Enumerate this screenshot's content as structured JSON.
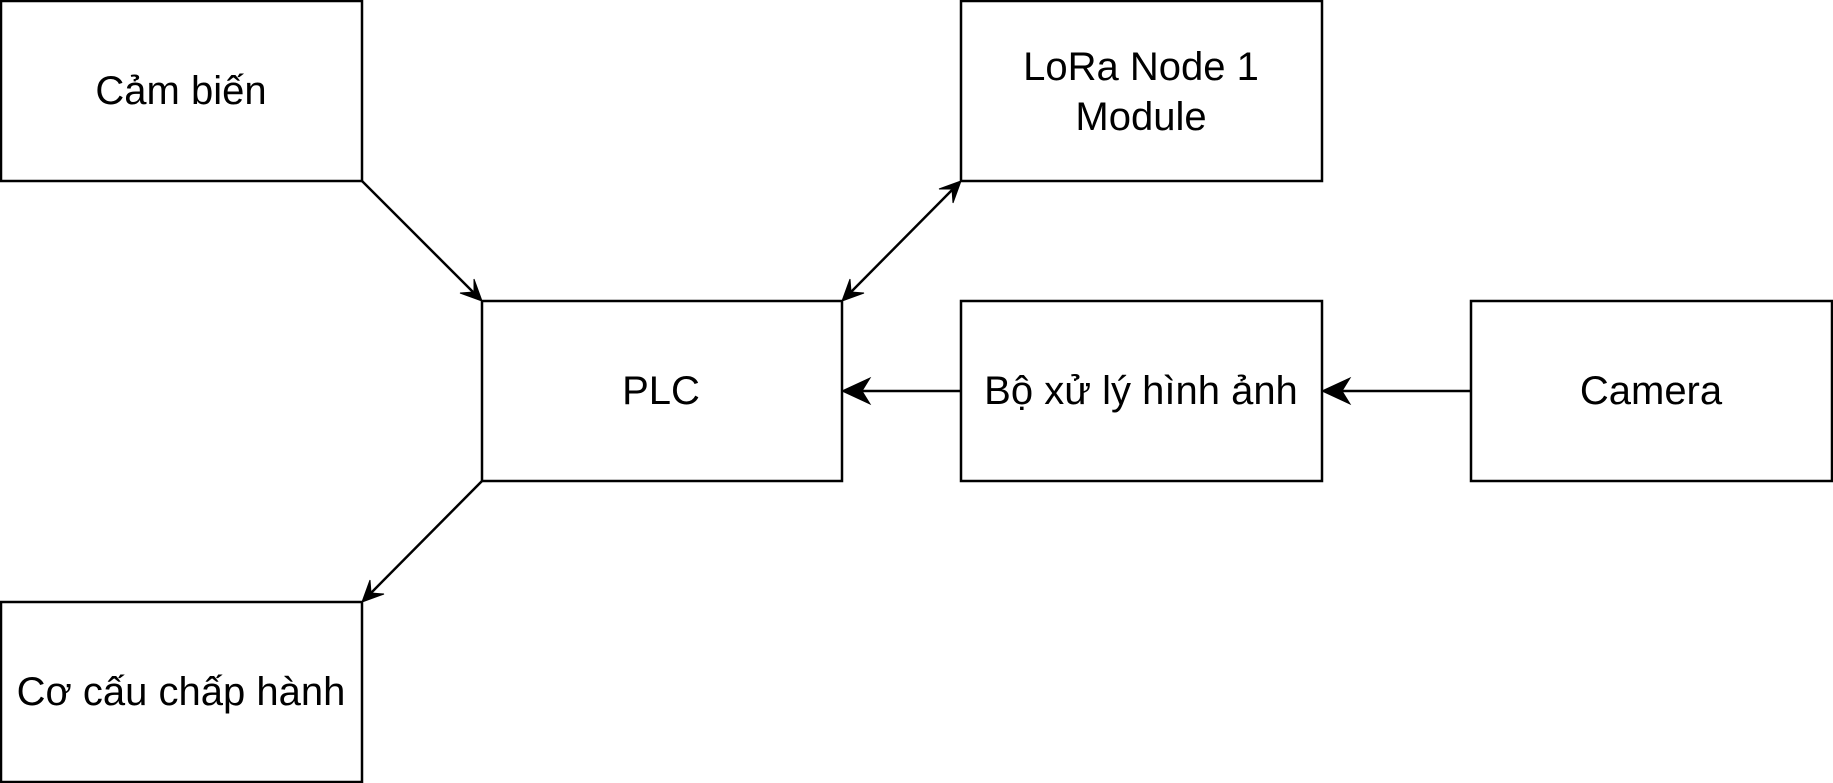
{
  "diagram": {
    "nodes": {
      "cam_bien": {
        "label": "Cảm biến"
      },
      "lora": {
        "line1": "LoRa Node 1",
        "line2": "Module"
      },
      "plc": {
        "label": "PLC"
      },
      "bo_xu_ly": {
        "label": "Bộ xử lý hình ảnh"
      },
      "camera": {
        "label": "Camera"
      },
      "co_cau": {
        "label": "Cơ cấu chấp hành"
      }
    },
    "edges": [
      {
        "from": "cam_bien",
        "to": "plc",
        "direction": "forward"
      },
      {
        "from": "plc",
        "to": "lora",
        "direction": "both"
      },
      {
        "from": "bo_xu_ly",
        "to": "plc",
        "direction": "forward"
      },
      {
        "from": "camera",
        "to": "bo_xu_ly",
        "direction": "forward"
      },
      {
        "from": "plc",
        "to": "co_cau",
        "direction": "forward"
      }
    ]
  }
}
